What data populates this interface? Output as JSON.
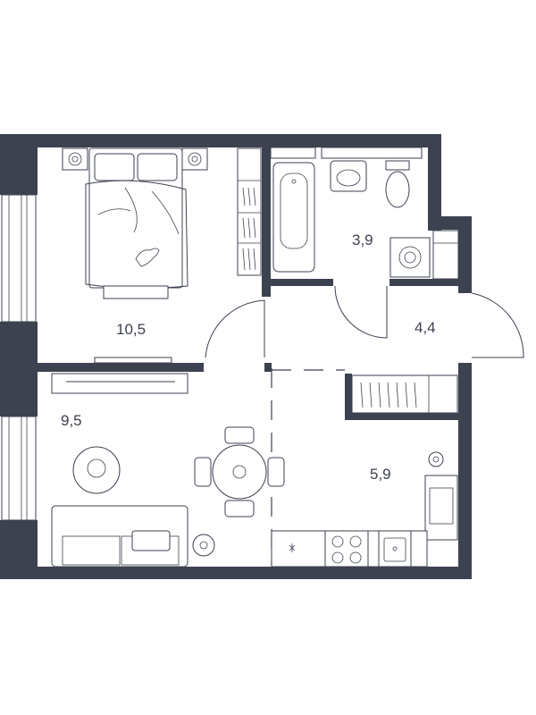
{
  "plan": {
    "colors": {
      "wall": "#3d4250",
      "background": "#ffffff"
    },
    "rooms": [
      {
        "id": "bedroom",
        "area": "10,5"
      },
      {
        "id": "bathroom",
        "area": "3,9"
      },
      {
        "id": "hallway",
        "area": "4,4"
      },
      {
        "id": "living-room",
        "area": "9,5"
      },
      {
        "id": "kitchen",
        "area": "5,9"
      }
    ],
    "icons": [
      "bed-icon",
      "bathtub-icon",
      "sink-icon",
      "toilet-icon",
      "washing-machine-icon",
      "wardrobe-icon",
      "tv-icon",
      "dining-table-icon",
      "sofa-icon",
      "stove-icon",
      "kitchen-sink-icon",
      "plant-icon",
      "door-icon",
      "window-icon"
    ]
  }
}
